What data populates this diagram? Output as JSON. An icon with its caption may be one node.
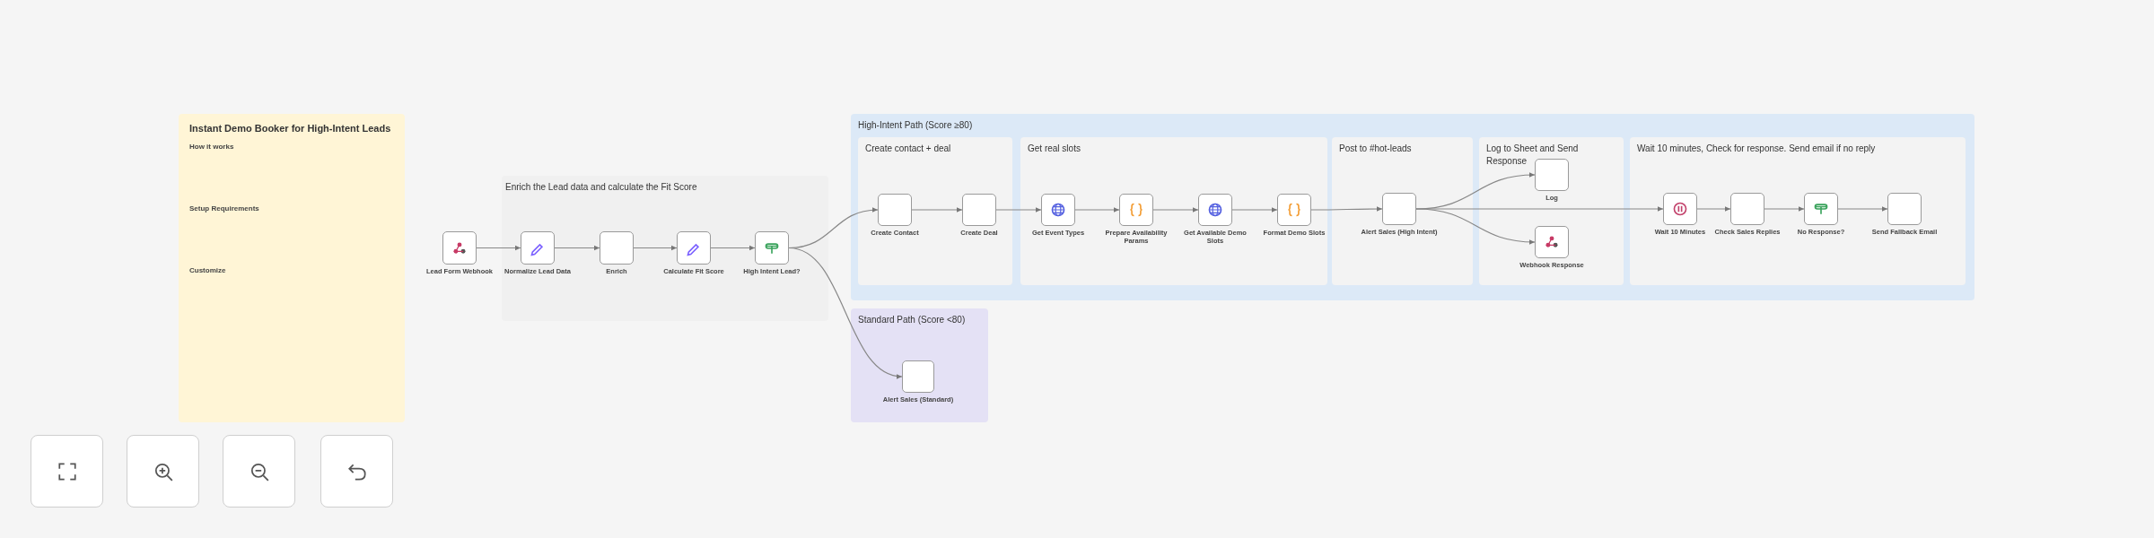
{
  "diagram": {
    "nodes": [
      {
        "text": [
          "Instant Demo Booker for High-Intent Leads",
          "How it works",
          "Setup Requirements",
          "Customize"
        ]
      },
      {
        "text": [
          "Enrich the Lead data and calculate the Fit Score"
        ]
      },
      {
        "text": [
          "High-Intent Path (Score ≥80)"
        ]
      },
      {
        "text": [
          "Create contact + deal"
        ],
        "in": 2
      },
      {
        "text": [
          "Get real slots"
        ],
        "in": 2
      },
      {
        "text": [
          "Post to #hot-leads"
        ],
        "in": 2
      },
      {
        "text": [
          "Log to Sheet and Send Response"
        ],
        "in": 2
      },
      {
        "text": [
          "Wait 10 minutes, Check for response. Send email if no reply"
        ],
        "in": 2
      },
      {
        "text": [
          "Standard Path (Score <80)"
        ]
      },
      {
        "text": [
          "Lead Form Webhook"
        ]
      },
      {
        "text": [
          "Normalize Lead Data"
        ],
        "in": 1
      },
      {
        "text": [
          "Enrich"
        ],
        "in": 1
      },
      {
        "text": [
          "Calculate Fit Score"
        ],
        "in": 1
      },
      {
        "text": [
          "High Intent Lead?"
        ],
        "in": 1
      },
      {
        "text": [
          "Create Contact"
        ],
        "in": 3
      },
      {
        "text": [
          "Create Deal"
        ],
        "in": 3
      },
      {
        "text": [
          "Get Event Types"
        ],
        "in": 4
      },
      {
        "text": [
          "Prepare Availability Params"
        ],
        "in": 4
      },
      {
        "text": [
          "Get Available Demo Slots"
        ],
        "in": 4
      },
      {
        "text": [
          "Format Demo Slots"
        ],
        "in": 4
      },
      {
        "text": [
          "Alert Sales (High Intent)"
        ],
        "in": 5
      },
      {
        "text": [
          "Log"
        ],
        "in": 6
      },
      {
        "text": [
          "Webhook Response"
        ],
        "in": 6
      },
      {
        "text": [
          "Wait 10 Minutes"
        ],
        "in": 7
      },
      {
        "text": [
          "Check Sales Replies"
        ],
        "in": 7
      },
      {
        "text": [
          "No Response?"
        ],
        "in": 7
      },
      {
        "text": [
          "Send Fallback Email"
        ],
        "in": 7
      },
      {
        "text": [
          "Alert Sales (Standard)"
        ],
        "in": 8
      }
    ],
    "edges": [
      {
        "from": 9,
        "to": 10,
        "arrow": "to"
      },
      {
        "from": 10,
        "to": 11,
        "arrow": "to"
      },
      {
        "from": 11,
        "to": 12,
        "arrow": "to"
      },
      {
        "from": 12,
        "to": 13,
        "arrow": "to"
      },
      {
        "from": 13,
        "to": 14,
        "arrow": "to"
      },
      {
        "from": 13,
        "to": 27,
        "arrow": "to"
      },
      {
        "from": 14,
        "to": 15,
        "arrow": "to"
      },
      {
        "from": 15,
        "to": 16,
        "arrow": "to"
      },
      {
        "from": 16,
        "to": 17,
        "arrow": "to"
      },
      {
        "from": 17,
        "to": 18,
        "arrow": "to"
      },
      {
        "from": 18,
        "to": 19,
        "arrow": "to"
      },
      {
        "from": 19,
        "to": 20,
        "arrow": "to"
      },
      {
        "from": 20,
        "to": 21,
        "arrow": "to"
      },
      {
        "from": 20,
        "to": 22,
        "arrow": "to"
      },
      {
        "from": 20,
        "to": 23,
        "arrow": "to"
      },
      {
        "from": 23,
        "to": 24,
        "arrow": "to"
      },
      {
        "from": 24,
        "to": 25,
        "arrow": "to"
      },
      {
        "from": 25,
        "to": 26,
        "arrow": "to"
      }
    ]
  }
}
